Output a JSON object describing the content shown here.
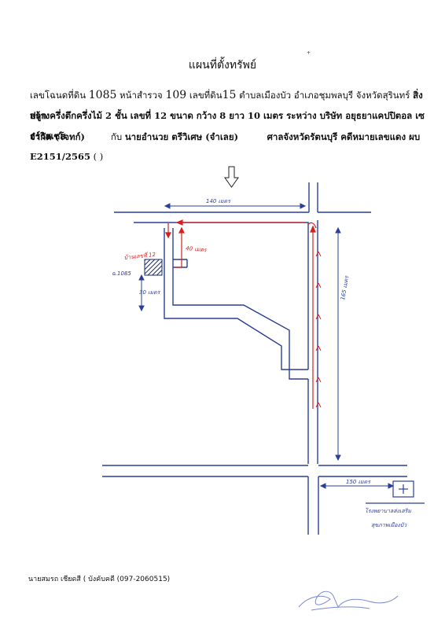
{
  "title": "แผนที่ตั้งทรัพย์",
  "para": {
    "line1": {
      "a": "เลขโฉนดที่ดิน",
      "b": "1085",
      "c": "หน้าสำรวจ",
      "d": "109",
      "e": "เลขที่ดิน",
      "f": "15",
      "g": "ตำบลเมืองบัว อำเภอชุมพลบุรี จังหวัดสุรินทร์",
      "h": "สิ่งปลูก"
    },
    "line2": "สร้างครึ่งตึกครึ่งไม้ 2 ชั้น เลขที่ 12 ขนาด กว้าง 8 ยาว 10 เมตร ระหว่าง บริษัท อยุธยาแคปปิตอล เซอร์วิสเซส",
    "line3": {
      "a": "จำกัด (โจทก์)",
      "b": "กับ",
      "c": "นายอำนวย ตรีวิเศษ (จำเลย)",
      "d": "ศาลจังหวัดรัตนบุรี คดีหมายเลขแดง ผบ"
    },
    "line4": {
      "a": "E2151/2565",
      "b": "(              )"
    }
  },
  "map_labels": {
    "top_distance": "140 เมตร",
    "right_distance": "165 เมตร",
    "bottom_distance": "150 เมตร",
    "house_distance": "40 เมตร",
    "left_distance": "30 เมตร",
    "house_label": "บ้านเลขที่ 12",
    "deed_label": "ฉ.1085",
    "landmark_line1": "โรงพยาบาลส่งเสริม",
    "landmark_line2": "สุขภาพเมืองบัว"
  },
  "footer": "นายสมรถ เชียดสี ( บังคับคดี (097-2060515)",
  "colors": {
    "ink_blue": "#2a3f9a",
    "ink_red": "#d42020",
    "hatch": "#1a2a6a"
  }
}
